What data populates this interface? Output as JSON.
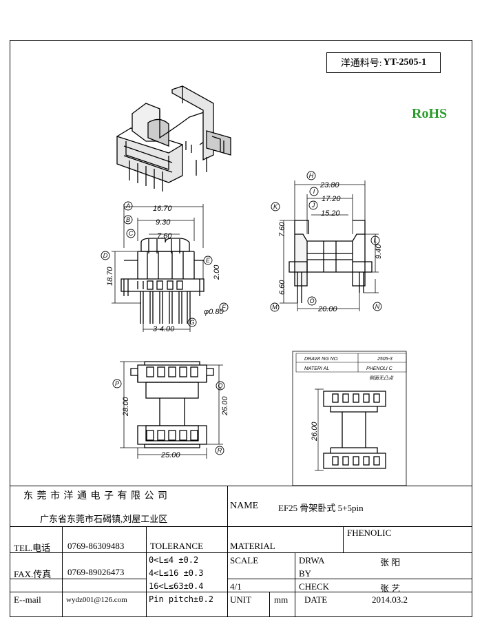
{
  "header": {
    "part_label": "洋通料号:",
    "part_number": "YT-2505-1",
    "rohs": "RoHS"
  },
  "drawing": {
    "side_view": {
      "dims": [
        "16.70",
        "9.30",
        "7.60",
        "18.70",
        "2.00",
        "φ0.80",
        "3-4.00"
      ],
      "markers": [
        "A",
        "B",
        "C",
        "D",
        "E",
        "F",
        "G"
      ]
    },
    "end_view": {
      "dims": [
        "23.80",
        "17.20",
        "15.20",
        "7.60",
        "9.40",
        "6.60",
        "20.00"
      ],
      "markers": [
        "H",
        "I",
        "J",
        "K",
        "L",
        "M",
        "N",
        "O"
      ]
    },
    "bottom_view": {
      "dims": [
        "28.00",
        "26.00",
        "25.00"
      ],
      "markers": [
        "P",
        "Q",
        "R"
      ]
    },
    "ref_box": {
      "row1_label": "DRAWI NG NO.",
      "row1_value": "2505-3",
      "row2_label": "MATERI AL",
      "row2_value": "PHENOLI C",
      "note": "侧面无凸点",
      "dim": "26.00"
    }
  },
  "title_block": {
    "company": "东 莞 市 洋 通 电 子 有 限 公 司",
    "address": "广东省东莞市石碣镇,刘屋工业区",
    "name_label": "NAME",
    "name_value": "EF25 骨架卧式 5+5pin",
    "tel_label": "TEL.电话",
    "tel_value": "0769-86309483",
    "fax_label": "FAX.传真",
    "fax_value": "0769-89026473",
    "email_label": "E--mail",
    "email_value": "wydz001@126.com",
    "tolerance_label": "TOLERANCE",
    "tol1": "0<L≤4  ±0.2",
    "tol2": "4<L≤16 ±0.3",
    "tol3": "16<L≤63±0.4",
    "tol4": "Pin pitch±0.2",
    "material_label": "MATERIAL",
    "material_value": "FHENOLIC",
    "scale_label": "SCALE",
    "scale_value": "4/1",
    "unit_label": "UNIT",
    "unit_value": "mm",
    "drwa_label": "DRWA",
    "by_label": "BY",
    "drawn_by": "张 阳",
    "check_label": "CHECK",
    "checked_by": "张 艺",
    "date_label": "DATE",
    "date_value": "2014.03.2"
  }
}
